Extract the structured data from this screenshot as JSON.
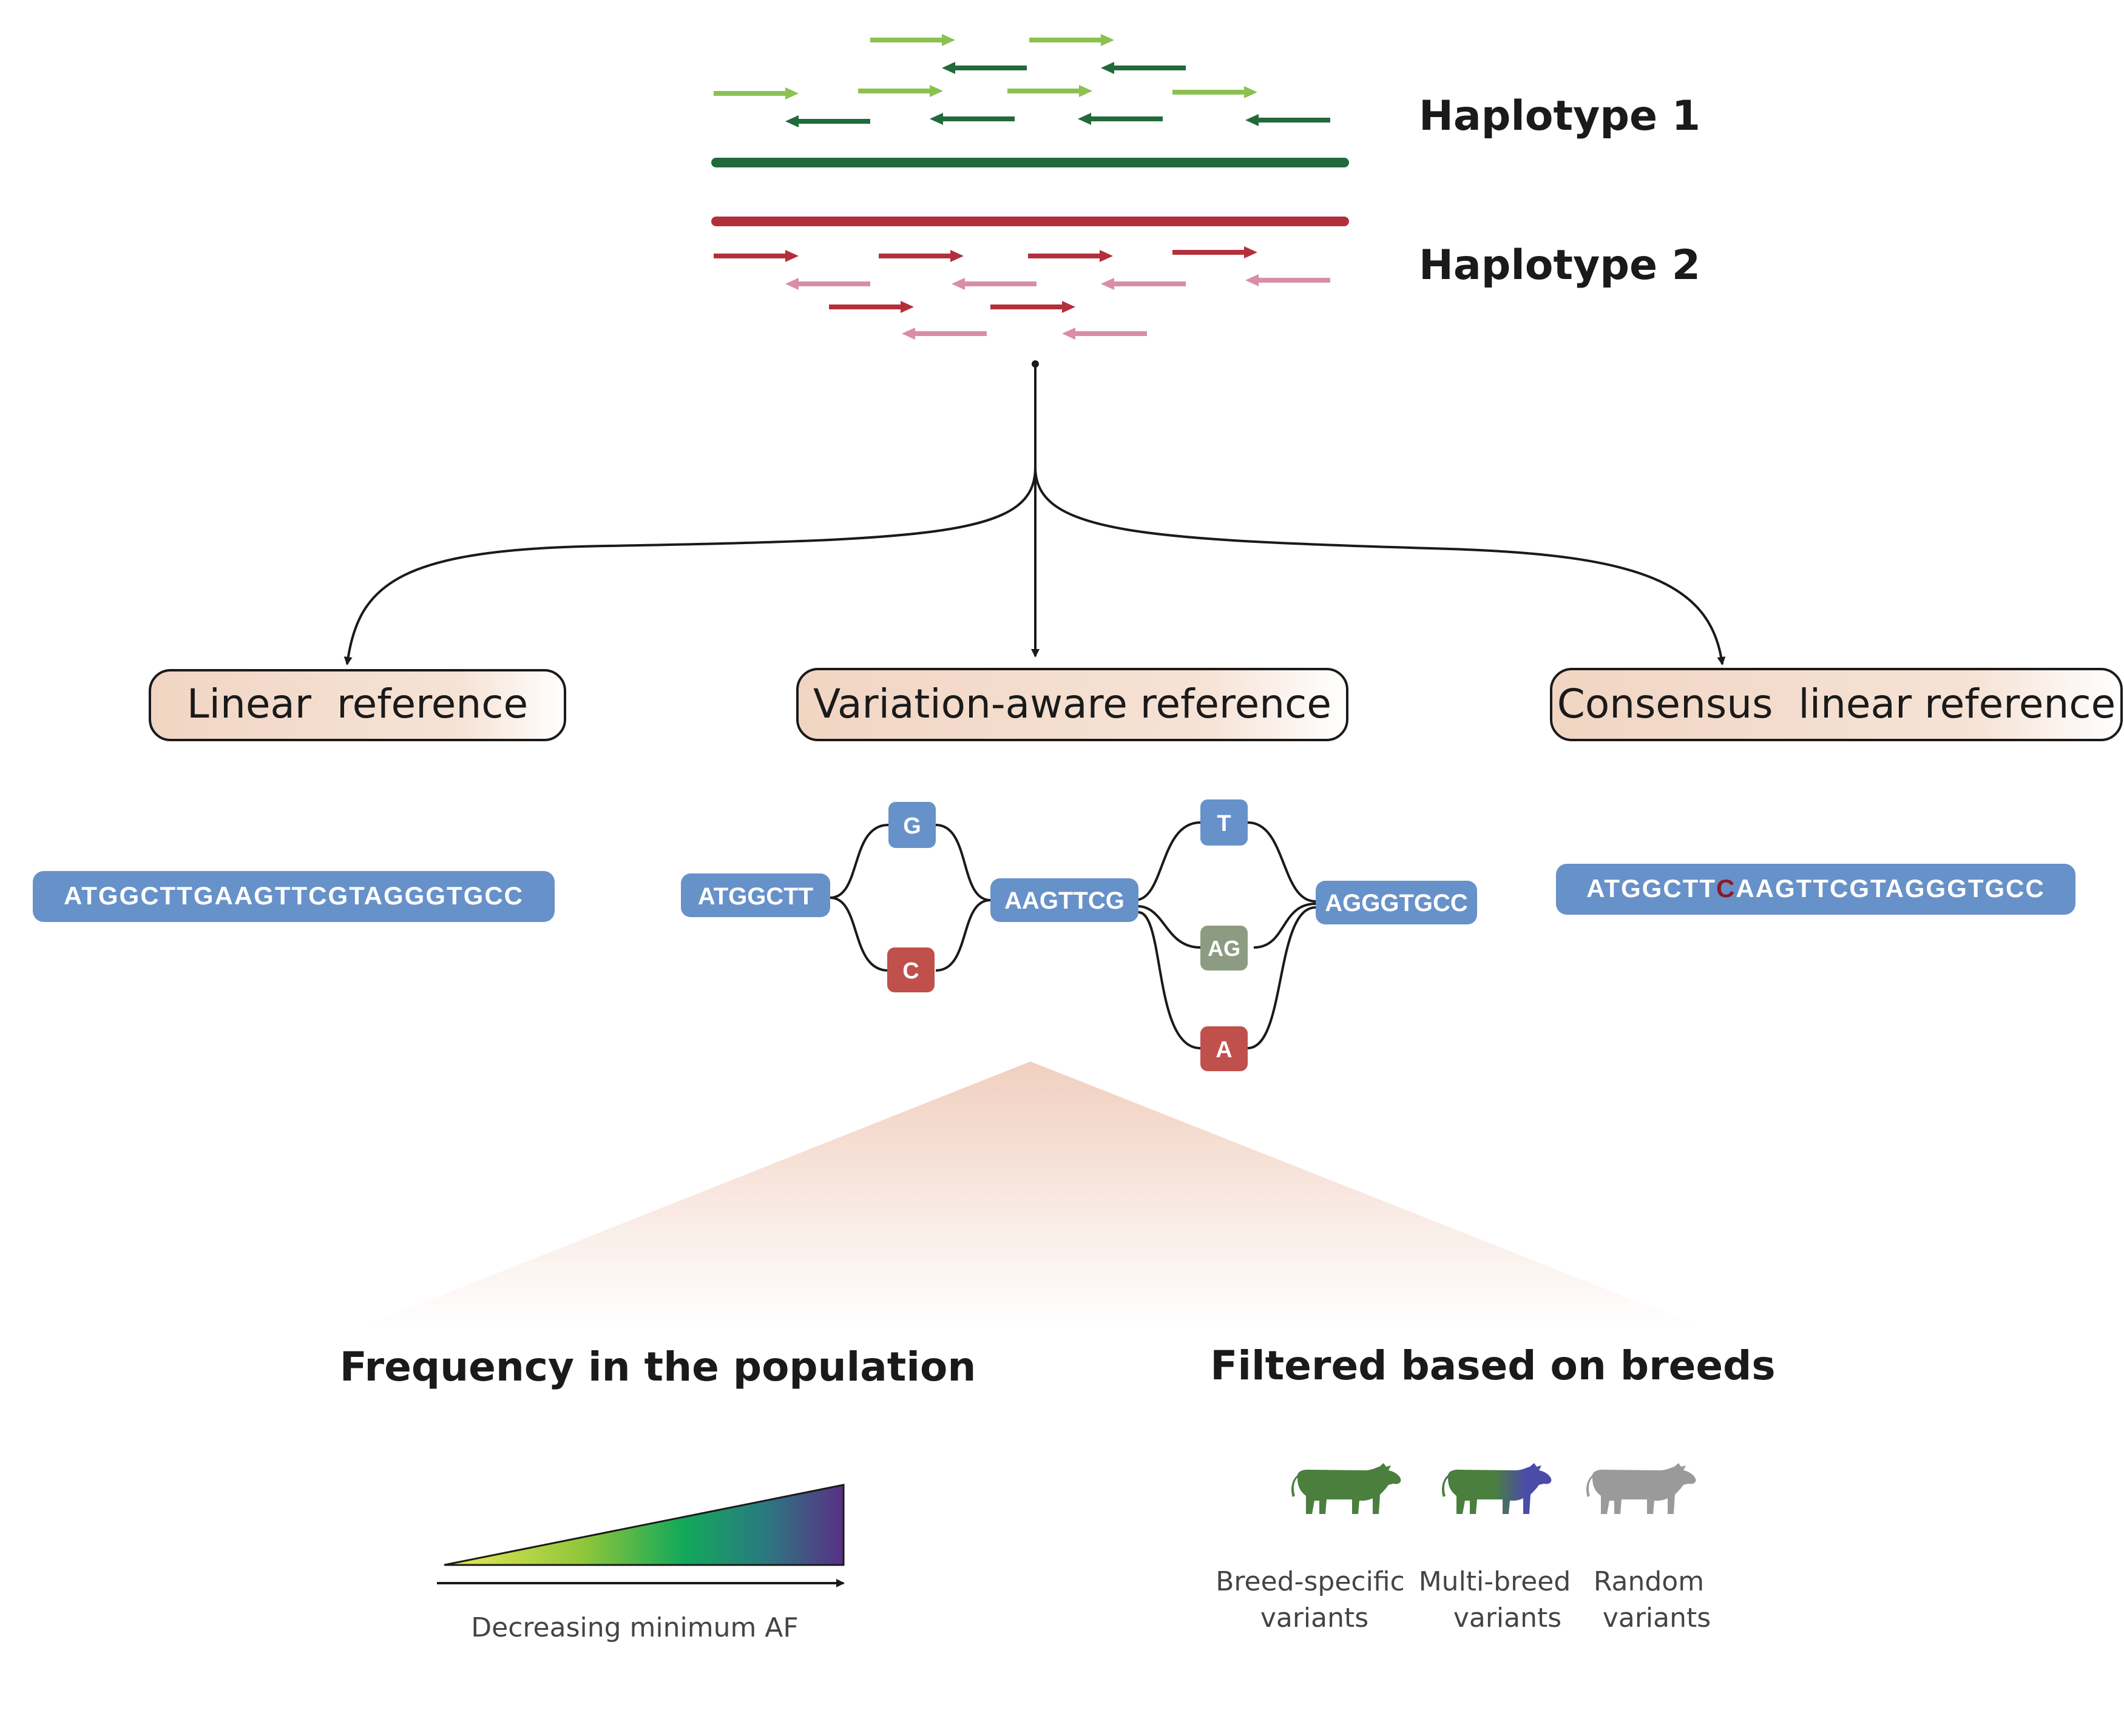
{
  "haplotypes": {
    "h1_label": "Haplotype 1",
    "h2_label": "Haplotype 2"
  },
  "references": {
    "linear": "Linear  reference",
    "variation": "Variation-aware reference",
    "consensus": "Consensus  linear reference"
  },
  "sequences": {
    "linear": "ATGGCTTGAAGTTCGTAGGGTGCC",
    "consensus_prefix": "ATGGCTT",
    "consensus_variant": "C",
    "consensus_suffix": "AAGTTCGTAGGGTGCC"
  },
  "graph_nodes": {
    "start": "ATGGCTT",
    "alt_g": "G",
    "alt_c": "C",
    "middle": "AAGTTCG",
    "alt_t": "T",
    "alt_ag": "AG",
    "alt_a": "A",
    "end": "AGGGTGCC"
  },
  "frequency": {
    "title": "Frequency in the population",
    "axis_label": "Decreasing minimum AF"
  },
  "breeds": {
    "title": "Filtered based on breeds",
    "breed_specific": [
      "Breed-specific",
      "variants"
    ],
    "multi_breed": [
      "Multi-breed",
      "variants"
    ],
    "random": [
      "Random",
      "variants"
    ]
  },
  "colors": {
    "hap1_line": "#216a3b",
    "hap1_light": "#8cc152",
    "hap2_line": "#b3303b",
    "hap2_light": "#d88fa6",
    "ref_fill": "#f3d9c9",
    "node_blue": "#6791c9",
    "node_red": "#c0504b",
    "node_gray": "#8c9c82",
    "variant_text": "#8b1a2a",
    "cow_green": "#4a7f3e",
    "cow_blue": "#4b4ba8",
    "cow_gray": "#9a9a9a"
  }
}
